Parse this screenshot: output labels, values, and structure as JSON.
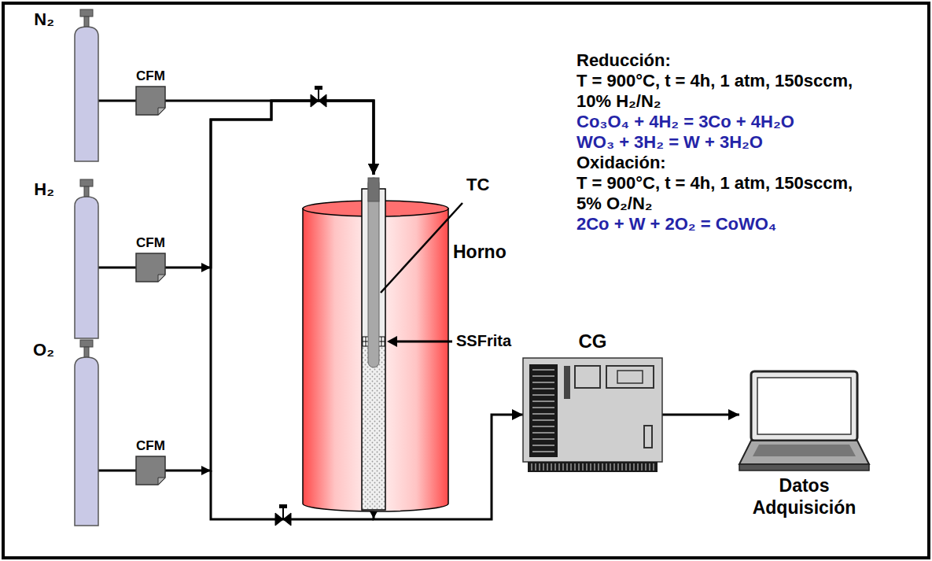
{
  "diagram": {
    "nodes": [
      {
        "text": [
          "N₂"
        ]
      },
      {
        "text": [
          "CFM"
        ]
      },
      {
        "text": [
          "H₂"
        ]
      },
      {
        "text": [
          "CFM"
        ]
      },
      {
        "text": [
          "O₂"
        ]
      },
      {
        "text": [
          "CFM"
        ]
      },
      {
        "text": [
          "Horno"
        ]
      },
      {
        "text": [
          "CG"
        ]
      },
      {
        "text": [
          "Datos Adquisición"
        ]
      }
    ],
    "edges": [
      {
        "from": 0,
        "to": 1,
        "arrow": "none"
      },
      {
        "from": 2,
        "to": 3,
        "arrow": "none"
      },
      {
        "from": 4,
        "to": 5,
        "arrow": "none"
      },
      {
        "from": 1,
        "to": 6,
        "arrow": "to"
      },
      {
        "from": 3,
        "to": 6,
        "arrow": "to"
      },
      {
        "from": 5,
        "to": 6,
        "arrow": "to"
      },
      {
        "from": 6,
        "to": 7,
        "arrow": "to"
      },
      {
        "from": 7,
        "to": 8,
        "arrow": "to"
      }
    ],
    "labels": [
      "Reducción:",
      "T = 900°C, t = 4h, 1 atm, 150sccm, 10% H₂/N₂",
      "Co₃O₄ + 4H₂ = 3Co + 4H₂O",
      "WO₃ + 3H₂ = W + 3H₂O",
      "Oxidación:",
      "T = 900°C, t = 4h, 1 atm, 150sccm, 5% O₂/N₂",
      "2Co + W + 2O₂ = CoWO₄",
      "TC",
      "SSFrita"
    ]
  }
}
